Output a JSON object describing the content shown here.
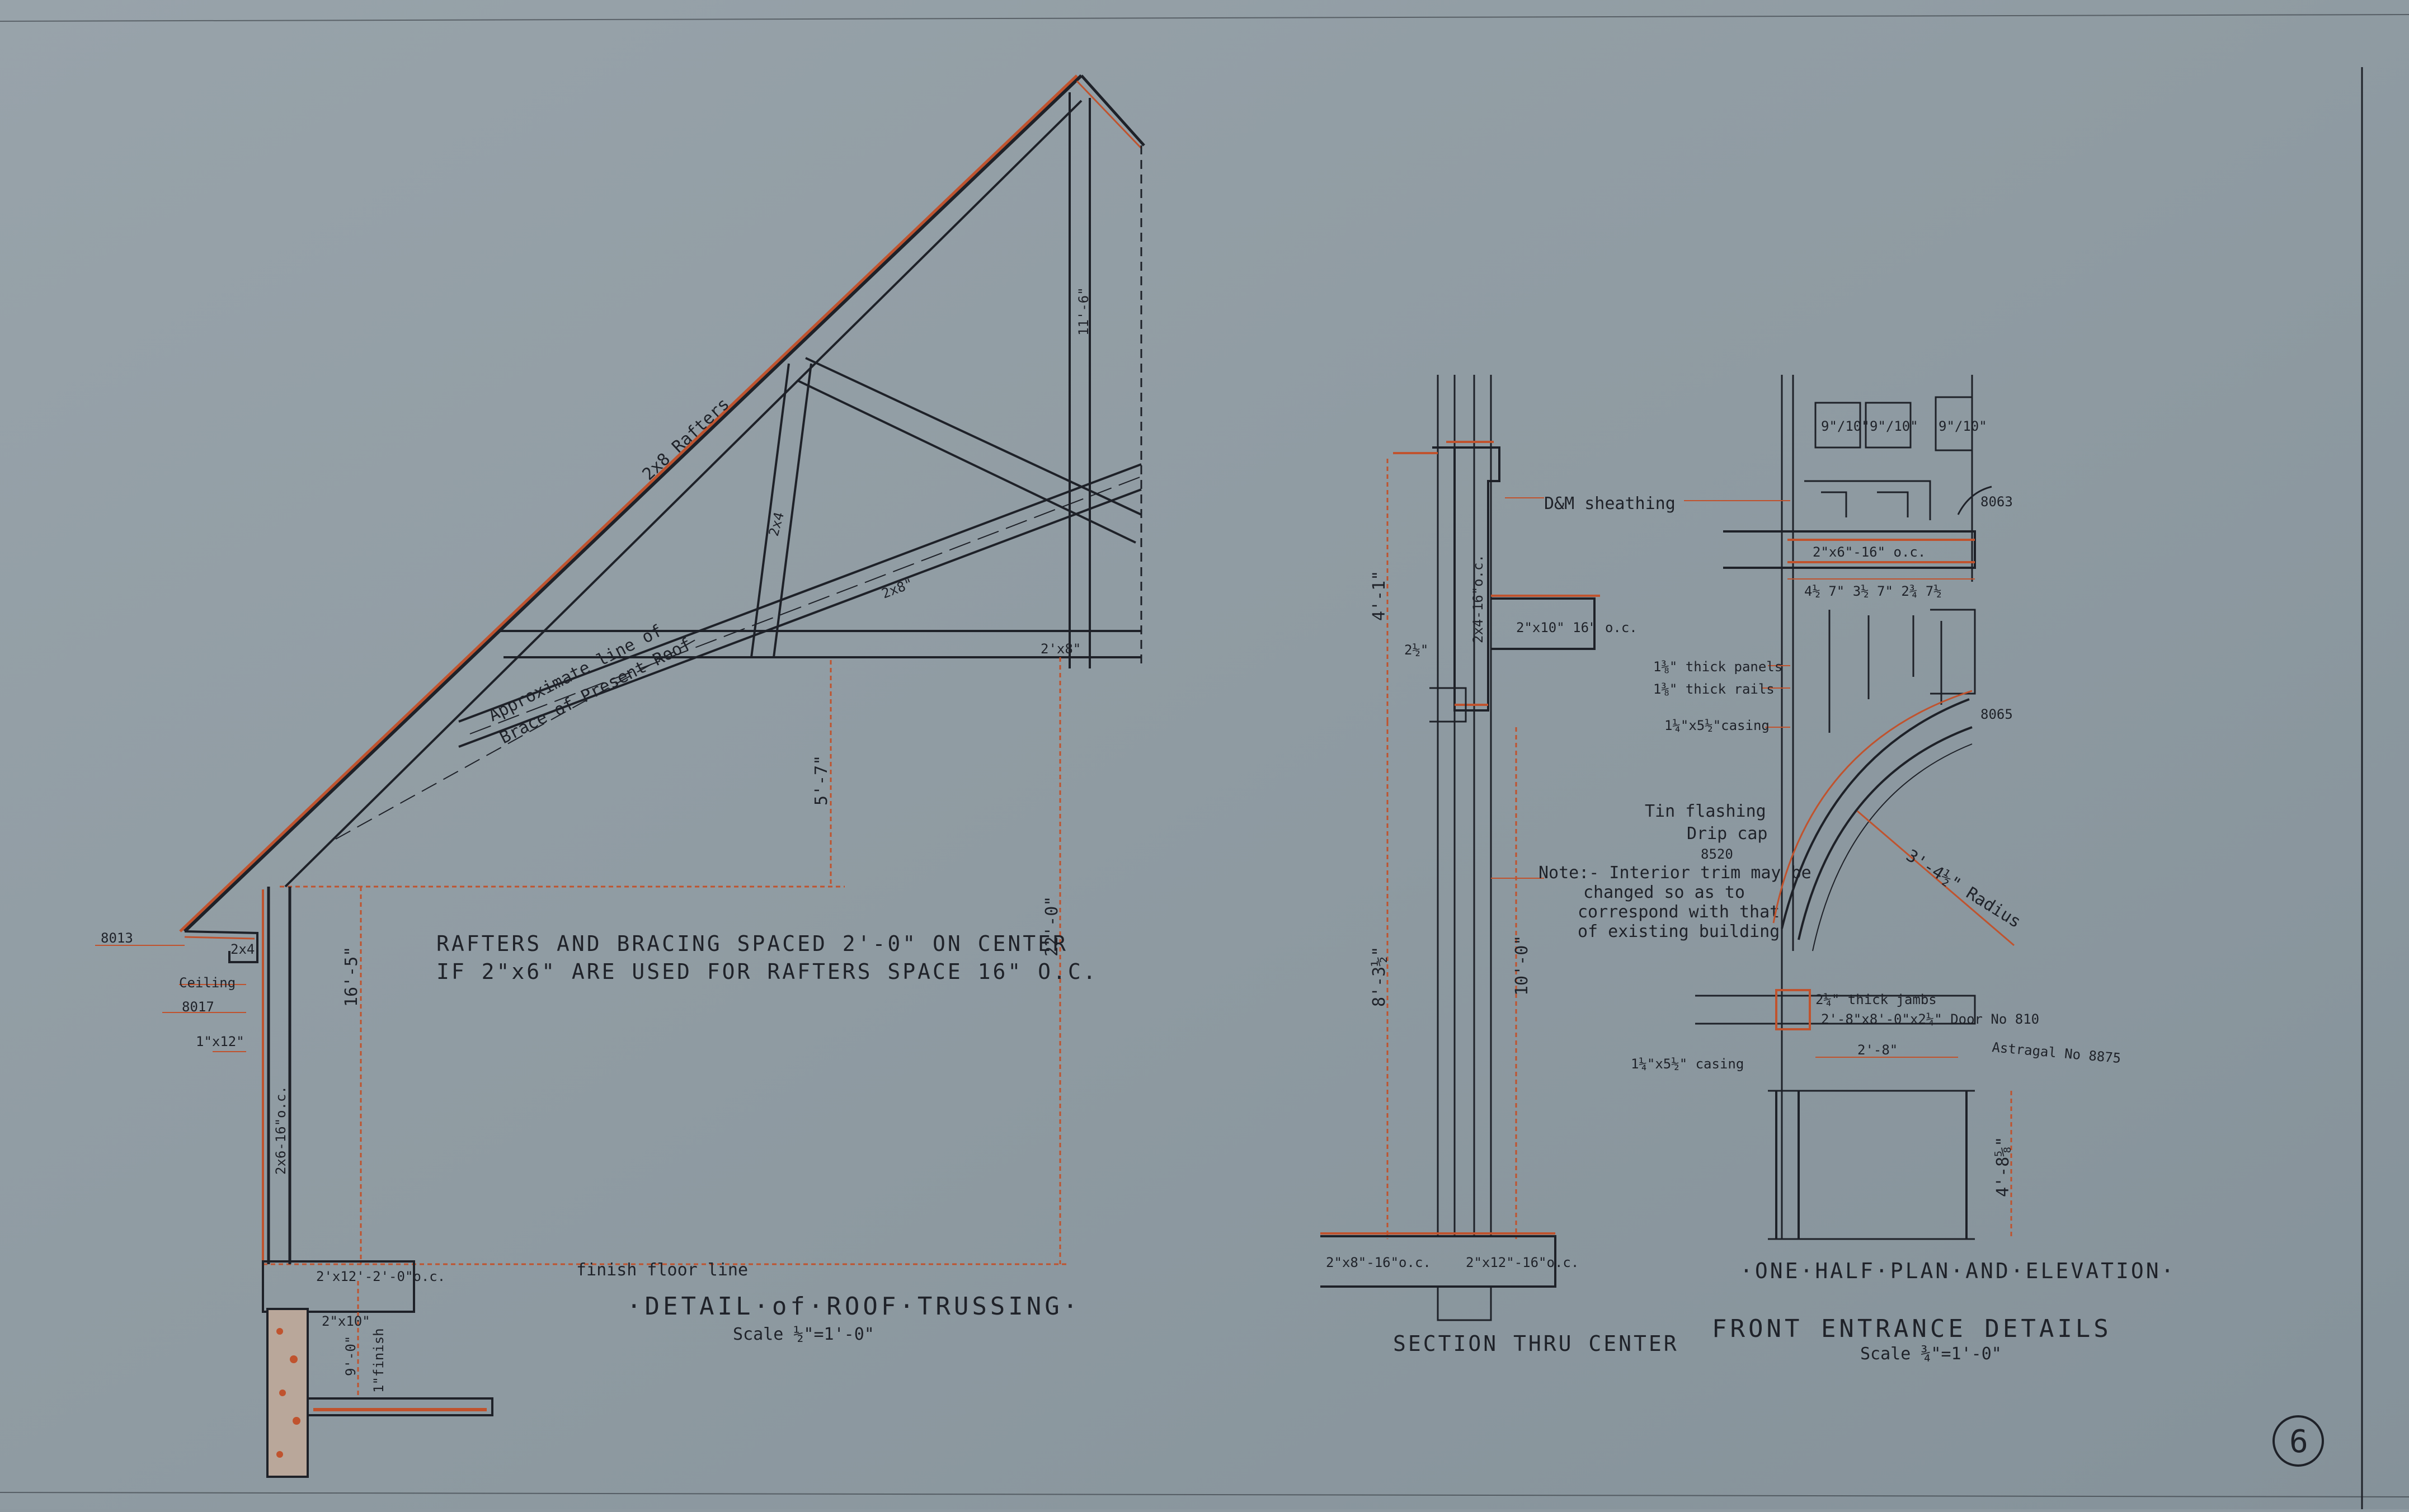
{
  "sheet_number": "6",
  "roof": {
    "title": "·DETAIL·of·ROOF·TRUSSING·",
    "scale": "Scale ½\"=1'-0\"",
    "rafters_note_1": "RAFTERS AND BRACING SPACED 2'-0\" ON CENTER",
    "rafters_note_2": "IF 2\"x6\" ARE USED FOR RAFTERS SPACE 16\" O.C.",
    "rafters_label": "2x8 Rafters",
    "approx_line_1": "Approximate line of",
    "approx_line_2": "Brace of Present Roof",
    "dim_top_vert": "11'-6\"",
    "brace_label": "2x4",
    "diag_label": "2x8\"",
    "tie_label": "2'x8\"",
    "dim_mid": "5'-7\"",
    "dim_full": "22'-0\"",
    "dim_wall": "16'-5\"",
    "floor_line": "finish floor line",
    "label_8013": "8013",
    "label_2x4": "2x4",
    "label_ceiling": "Ceiling",
    "label_8017": "8017",
    "label_1x12": "1\"x12\"",
    "label_studs": "2x6-16\"o.c.",
    "label_joists": "2'x12'-2'-0\"o.c.",
    "label_2x10": "2\"x10\"",
    "label_9_0": "9'-0\"",
    "label_finish": "1\"finish"
  },
  "section": {
    "title": "SECTION THRU CENTER",
    "sheathing": "D&M sheathing",
    "studs": "2x4-16\"o.c.",
    "joist_2x10": "2\"x10\" 16\" o.c.",
    "dim_4_1": "4'-1\"",
    "dim_2": "2½\"",
    "dim_8": "8'-3½\"",
    "dim_10": "10'-0\"",
    "floor_left": "2\"x8\"-16\"o.c.",
    "floor_right": "2\"x12\"-16\"o.c.",
    "note_1": "Note:- Interior trim may be",
    "note_2": "changed so as to",
    "note_3": "correspond with that",
    "note_4": "of existing building"
  },
  "entrance": {
    "title": "FRONT ENTRANCE DETAILS",
    "scale": "Scale ¾\"=1'-0\"",
    "subtitle": "·ONE·HALF·PLAN·AND·ELEVATION·",
    "panels": "1⅜\" thick panels",
    "rails": "1⅜\" thick rails",
    "casing_top": "1¼\"x5½\"casing",
    "tin": "Tin flashing",
    "drip": "Drip cap",
    "drip_no": "8520",
    "radius": "3'-4½\" Radius",
    "jambs": "2¼\" thick jambs",
    "door": "2'-8\"x8'-0\"x2¼\" Door No 810",
    "astragal": "Astragal No 8875",
    "casing_bot": "1¼\"x5½\" casing",
    "width": "2'-8\"",
    "height": "4'-8⅝\"",
    "header": "2\"x6\"-16\" o.c.",
    "glass_1": "9\"/10\"",
    "glass_2": "9\"/10\"",
    "glass_3": "9\"/10\"",
    "code_8063": "8063",
    "code_8065": "8065",
    "plan_dims": "4½  7\"  3½  7\"  2¾  7½"
  }
}
